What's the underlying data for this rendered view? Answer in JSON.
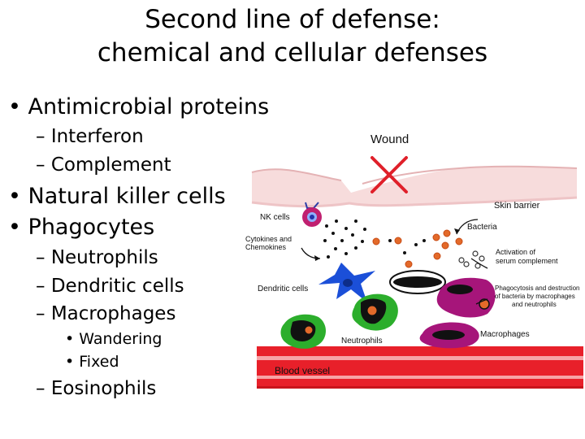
{
  "slide": {
    "title_line1": "Second line of defense:",
    "title_line2": "chemical and cellular defenses",
    "bullets": [
      {
        "marker": "•",
        "text": "Antimicrobial proteins"
      },
      {
        "marker": "–",
        "text": "Interferon"
      },
      {
        "marker": "–",
        "text": "Complement"
      },
      {
        "marker": "•",
        "text": "Natural killer cells"
      },
      {
        "marker": "•",
        "text": "Phagocytes"
      },
      {
        "marker": "–",
        "text": "Neutrophils"
      },
      {
        "marker": "–",
        "text": "Dendritic cells"
      },
      {
        "marker": "–",
        "text": "Macrophages"
      },
      {
        "marker": "•",
        "text": "Wandering"
      },
      {
        "marker": "•",
        "text": "Fixed"
      },
      {
        "marker": "–",
        "text": "Eosinophils"
      }
    ]
  },
  "diagram": {
    "labels": {
      "wound": "Wound",
      "skin_barrier": "Skin barrier",
      "nk_cells": "NK cells",
      "bacteria": "Bacteria",
      "cytokines_1": "Cytokines and",
      "cytokines_2": "Chemokines",
      "complement_1": "Activation of",
      "complement_2": "serum complement",
      "dendritic": "Dendritic cells",
      "phago_1": "Phagocytosis and destruction",
      "phago_2": "of bacteria by macrophages",
      "phago_3": "and neutrophils",
      "neutrophils": "Neutrophils",
      "macrophages": "Macrophages",
      "blood_vessel": "Blood vessel"
    },
    "colors": {
      "skin": "#f7dcdc",
      "cross": "#e0202a",
      "vessel": "#e8202a",
      "nk_cell": "#c02070",
      "dendritic": "#1b4fd8",
      "neutrophil": "#2cae2c",
      "macrophage": "#a6157a",
      "bacteria": "#e36a2a"
    }
  }
}
